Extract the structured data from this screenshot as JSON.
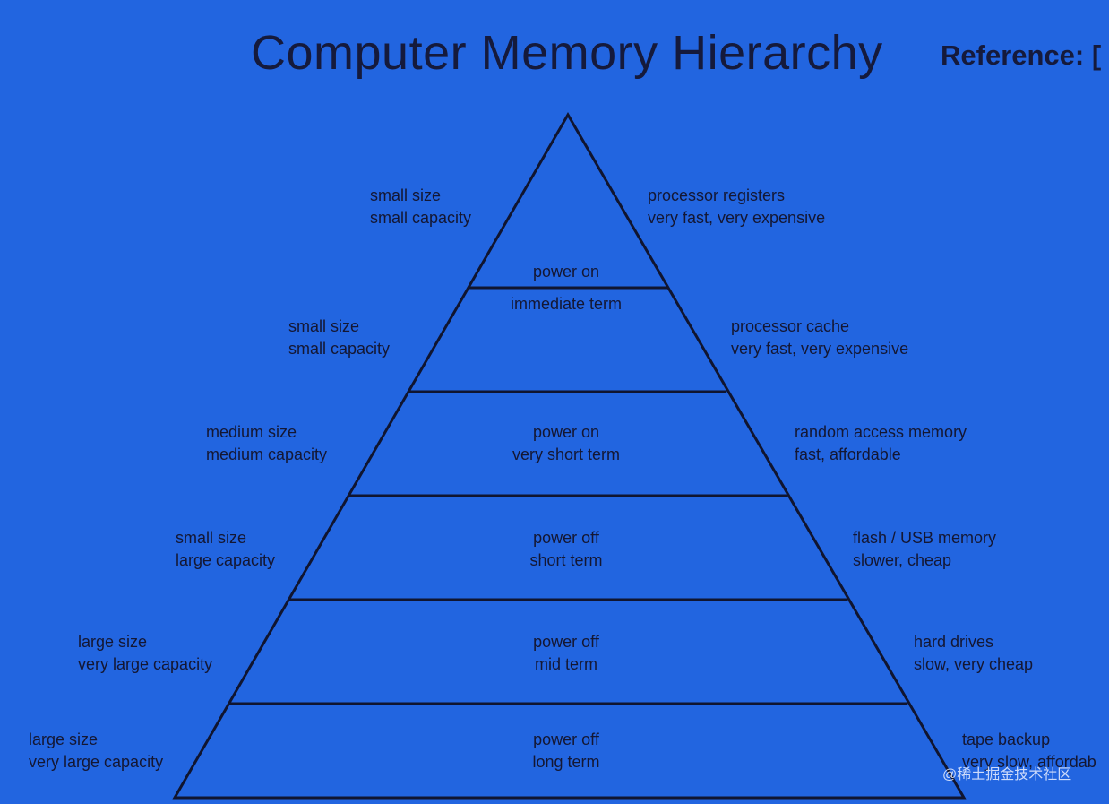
{
  "title": "Computer Memory Hierarchy",
  "reference": "Reference: [",
  "watermark": "@稀土掘金技术社区",
  "colors": {
    "background": "#2265e0",
    "lines": "#101530",
    "text": "#141733"
  },
  "levels": [
    {
      "left": [
        "small size",
        "small capacity"
      ],
      "center": [
        "power on",
        "immediate term"
      ],
      "right": [
        "processor registers",
        "very fast, very expensive"
      ]
    },
    {
      "left": [
        "small size",
        "small capacity"
      ],
      "center": [],
      "right": [
        "processor cache",
        "very fast, very expensive"
      ]
    },
    {
      "left": [
        "medium size",
        "medium capacity"
      ],
      "center": [
        "power on",
        "very short term"
      ],
      "right": [
        "random access memory",
        "fast, affordable"
      ]
    },
    {
      "left": [
        "small size",
        "large capacity"
      ],
      "center": [
        "power off",
        "short term"
      ],
      "right": [
        "flash / USB memory",
        "slower, cheap"
      ]
    },
    {
      "left": [
        "large size",
        "very large capacity"
      ],
      "center": [
        "power off",
        "mid term"
      ],
      "right": [
        "hard drives",
        "slow, very cheap"
      ]
    },
    {
      "left": [
        "large size",
        "very large capacity"
      ],
      "center": [
        "power off",
        "long term"
      ],
      "right": [
        "tape backup",
        "very slow, affordab"
      ]
    }
  ]
}
